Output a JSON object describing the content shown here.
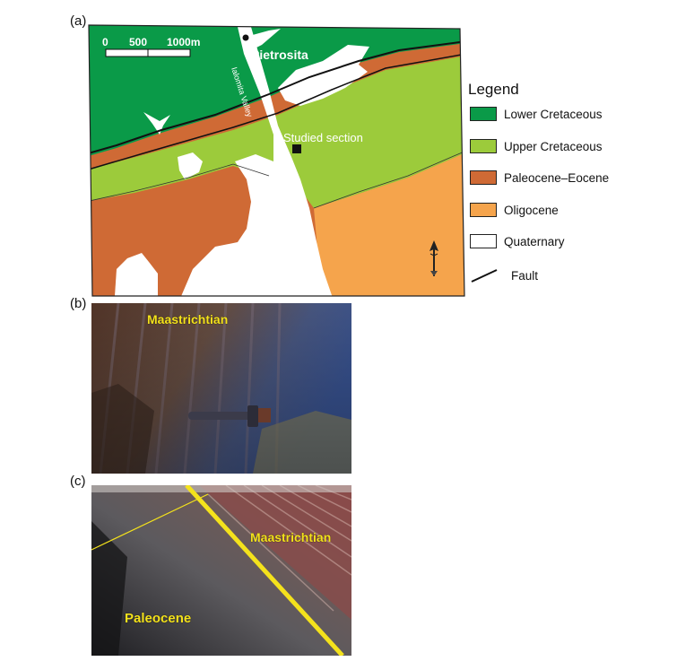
{
  "panels": {
    "a": {
      "label": "(a)"
    },
    "b": {
      "label": "(b)",
      "unit_label": "Maastrichtian"
    },
    "c": {
      "label": "(c)",
      "upper_label": "Maastrichtian",
      "lower_label": "Paleocene"
    }
  },
  "map": {
    "scale": {
      "t0": "0",
      "t1": "500",
      "t2": "1000m"
    },
    "town": "Pietrosita",
    "valley": "Ialomita Valley",
    "section": "Studied section"
  },
  "legend": {
    "title": "Legend",
    "items": [
      {
        "label": "Lower Cretaceous",
        "color": "#0a9a48"
      },
      {
        "label": "Upper Cretaceous",
        "color": "#9ccb3b"
      },
      {
        "label": "Paleocene–Eocene",
        "color": "#cf6a35"
      },
      {
        "label": "Oligocene",
        "color": "#f5a44c"
      },
      {
        "label": "Quaternary",
        "color": "#ffffff"
      }
    ],
    "fault_label": "Fault"
  }
}
